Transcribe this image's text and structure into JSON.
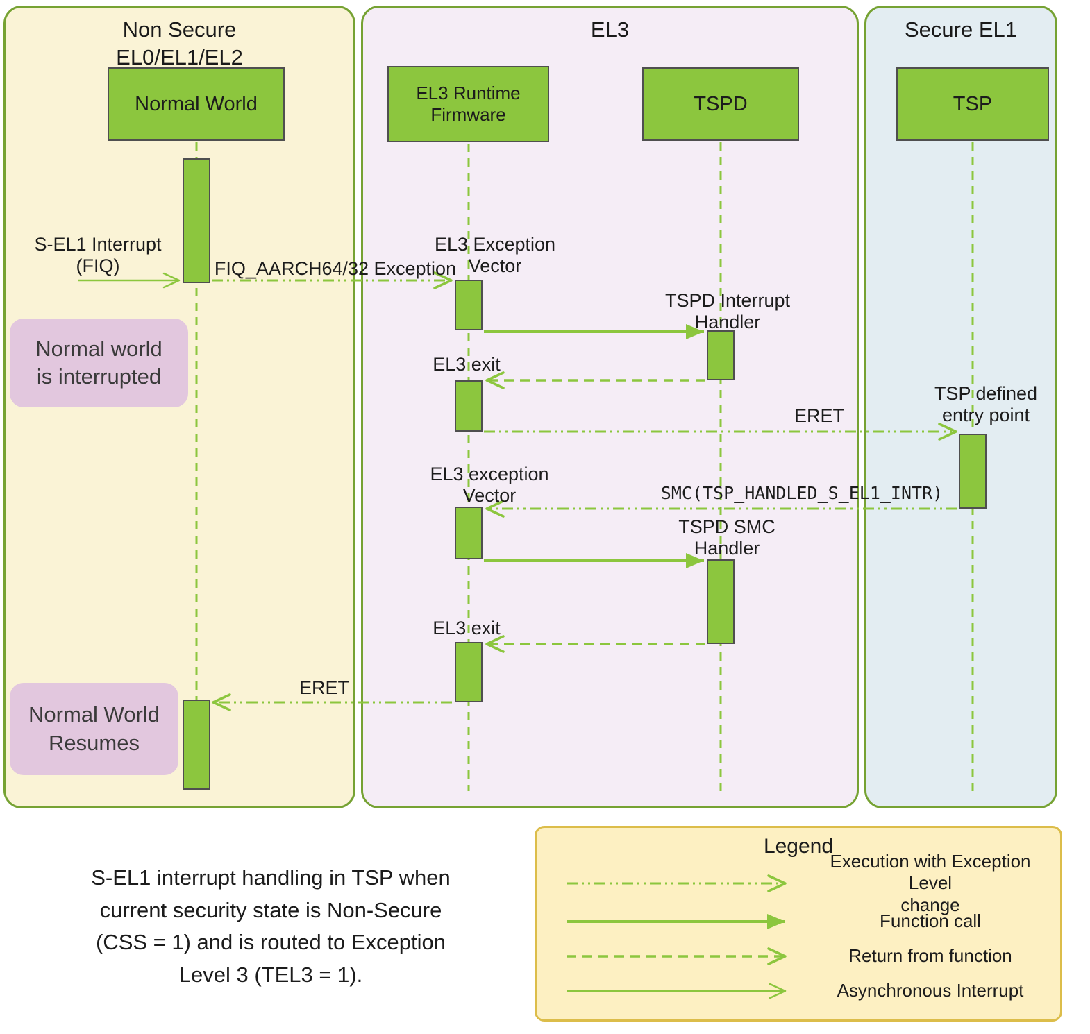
{
  "diagram": {
    "panels": [
      {
        "title": "Non Secure\nEL0/EL1/EL2"
      },
      {
        "title": "EL3"
      },
      {
        "title": "Secure EL1"
      }
    ],
    "actors": [
      {
        "label": "Normal World"
      },
      {
        "label": "EL3 Runtime\nFirmware"
      },
      {
        "label": "TSPD"
      },
      {
        "label": "TSP"
      }
    ],
    "labels": {
      "s_el1_interrupt": "S-EL1 Interrupt\n(FIQ)",
      "fiq_exception": "FIQ_AARCH64/32 Exception",
      "el3_exception_vector_1": "EL3 Exception\nVector",
      "tspd_interrupt_handler": "TSPD Interrupt\nHandler",
      "el3_exit_1": "EL3 exit",
      "eret_1": "ERET",
      "tsp_entry_point": "TSP defined\nentry point",
      "smc_call": "SMC(TSP_HANDLED_S_EL1_INTR)",
      "el3_exception_vector_2": "EL3 exception\nVector",
      "tspd_smc_handler": "TSPD SMC\nHandler",
      "el3_exit_2": "EL3 exit",
      "eret_2": "ERET"
    },
    "notes": [
      {
        "text": "Normal world\nis interrupted"
      },
      {
        "text": "Normal World\nResumes"
      }
    ]
  },
  "caption": "S-EL1 interrupt handling in TSP when\ncurrent security state is Non-Secure\n(CSS = 1) and is routed to Exception\nLevel 3 (TEL3 = 1).",
  "legend": {
    "title": "Legend",
    "items": [
      {
        "label": "Execution with Exception Level\nchange",
        "style": "dashdot-open"
      },
      {
        "label": "Function call",
        "style": "solid-filled"
      },
      {
        "label": "Return from function",
        "style": "dashed-open"
      },
      {
        "label": "Asynchronous Interrupt",
        "style": "solid-open"
      }
    ]
  },
  "colors": {
    "arrow_green": "#8cc63e",
    "box_fill": "#8cc63e",
    "box_border": "#4f4f4f",
    "panel_nonsecure_bg": "#faf3d6",
    "panel_el3_bg": "#f5edf6",
    "panel_secure_bg": "#e3edf2",
    "panel_border": "#76a233",
    "note_bg": "#e2c7de",
    "legend_bg": "#fdf0c2",
    "legend_border": "#dcbd4a"
  }
}
